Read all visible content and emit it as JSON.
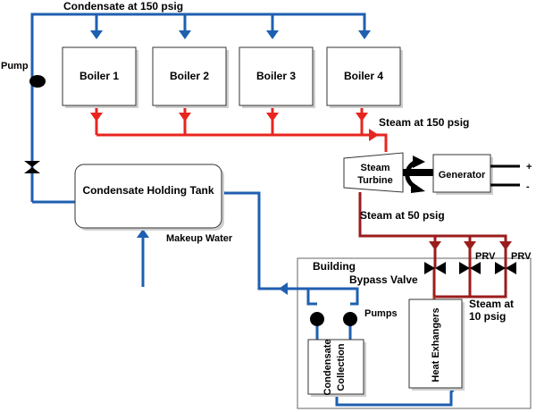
{
  "labels": {
    "condensate_150": "Condensate at 150 psig",
    "pump": "Pump",
    "steam_150": "Steam at 150 psig",
    "steam_50": "Steam at 50 psig",
    "makeup_water": "Makeup Water",
    "building": "Building",
    "bypass_valve": "Bypass Valve",
    "prv_1": "PRV",
    "prv_2": "PRV",
    "steam_10_line1": "Steam at",
    "steam_10_line2": "10 psig",
    "pumps": "Pumps",
    "plus": "+",
    "minus": "-"
  },
  "components": {
    "boiler_1": "Boiler 1",
    "boiler_2": "Boiler 2",
    "boiler_3": "Boiler 3",
    "boiler_4": "Boiler 4",
    "tank": "Condensate Holding Tank",
    "turbine_line1": "Steam",
    "turbine_line2": "Turbine",
    "generator": "Generator",
    "collection_line1": "Condensate",
    "collection_line2": "Collection",
    "heat_exchangers": "Heat Exhangers"
  },
  "colors": {
    "condensate_line": "#1f5fb0",
    "steam_150_line": "#e8251f",
    "steam_50_line": "#9b1c1c",
    "steam_10_line": "#b33a1e"
  }
}
